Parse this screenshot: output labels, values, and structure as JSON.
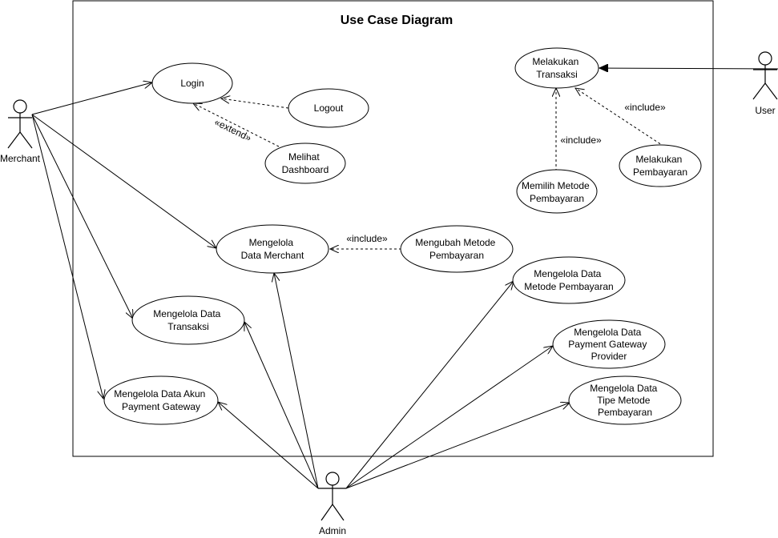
{
  "diagram": {
    "title": "Use Case Diagram"
  },
  "actors": {
    "merchant": "Merchant",
    "user": "User",
    "admin": "Admin"
  },
  "use_cases": {
    "login": [
      "Login"
    ],
    "logout": [
      "Logout"
    ],
    "melihat_dashboard": [
      "Melihat",
      "Dashboard"
    ],
    "mengelola_data_merchant": [
      "Mengelola",
      "Data Merchant"
    ],
    "mengubah_metode_pembayaran": [
      "Mengubah Metode",
      "Pembayaran"
    ],
    "mengelola_data_transaksi": [
      "Mengelola Data",
      "Transaksi"
    ],
    "mengelola_data_akun_pg": [
      "Mengelola Data Akun",
      "Payment Gateway"
    ],
    "melakukan_transaksi": [
      "Melakukan",
      "Transaksi"
    ],
    "memilih_metode_pembayaran": [
      "Memilih Metode",
      "Pembayaran"
    ],
    "melakukan_pembayaran": [
      "Melakukan",
      "Pembayaran"
    ],
    "mengelola_data_metode_pembayaran": [
      "Mengelola Data",
      "Metode Pembayaran"
    ],
    "mengelola_data_pg_provider": [
      "Mengelola Data",
      "Payment Gateway",
      "Provider"
    ],
    "mengelola_data_tipe_metode": [
      "Mengelola Data",
      "Tipe Metode",
      "Pembayaran"
    ]
  },
  "relations": {
    "extend": "«extend»",
    "include_transaksi_pembayaran": "«include»",
    "include_transaksi_metode": "«include»",
    "include_merchant_metode": "«include»"
  },
  "colors": {
    "stroke": "#000000",
    "background": "#ffffff"
  }
}
